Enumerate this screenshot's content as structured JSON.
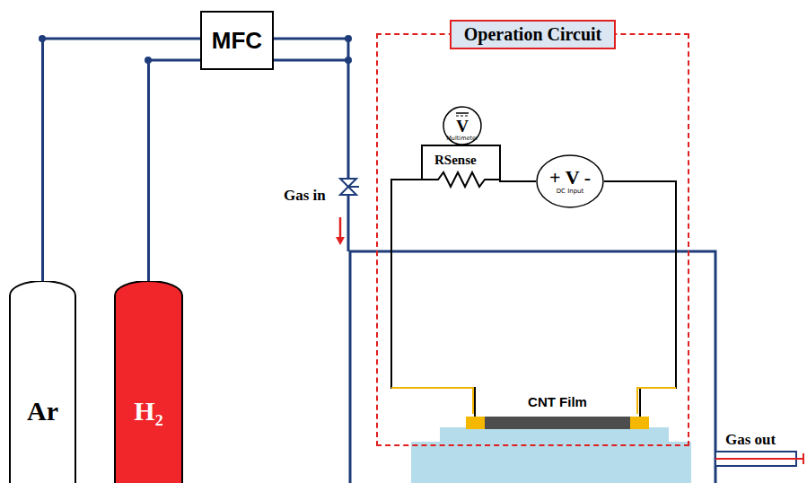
{
  "diagram": {
    "nodes": [
      {
        "text": [
          "MFC"
        ]
      },
      {
        "text": [
          "Ar"
        ]
      },
      {
        "text": [
          "H₂"
        ]
      },
      {
        "text": [
          "Operation Circuit"
        ]
      },
      {
        "text": [
          "V",
          "Multimeter"
        ],
        "in": 3
      },
      {
        "text": [
          "+ V -",
          "DC Input"
        ],
        "in": 3
      },
      {
        "text": [
          "CNT Film"
        ],
        "in": 3
      }
    ],
    "edges": [
      {
        "from": 1,
        "to": 0,
        "arrow": "none"
      },
      {
        "from": 2,
        "to": 0,
        "arrow": "none"
      },
      {
        "from": 4,
        "to": 6,
        "arrow": "none"
      },
      {
        "from": 4,
        "to": 5,
        "arrow": "none"
      },
      {
        "from": 5,
        "to": 6,
        "arrow": "none"
      }
    ],
    "labels": [
      "Gas in",
      "RSense",
      "Gas out"
    ]
  }
}
